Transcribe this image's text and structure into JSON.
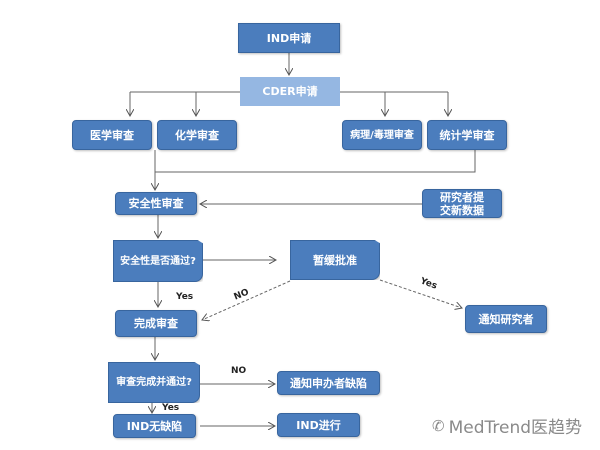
{
  "nodes": {
    "ind_application": "IND申请",
    "cder_application": "CDER申请",
    "medical_review": "医学审查",
    "chemistry_review": "化学审查",
    "pharm_tox_review": "病理/毒理审查",
    "statistics_review": "统计学审查",
    "safety_review": "安全性审查",
    "investigator_new_data": "研究者提交新数据",
    "safety_passed": "安全性是否通过?",
    "clinical_hold": "暂缓批准",
    "complete_review": "完成审查",
    "notify_investigator": "通知研究者",
    "review_complete_passed": "审查完成并通过?",
    "notify_sponsor_deficiency": "通知申办者缺陷",
    "ind_no_deficiency": "IND无缺陷",
    "ind_proceeds": "IND进行"
  },
  "edge_labels": {
    "yes_safety": "Yes",
    "no_hold": "NO",
    "yes_hold": "Yes",
    "no_review": "NO",
    "yes_review": "Yes"
  },
  "watermark": "MedTrend医趋势",
  "colors": {
    "box": "#4b7dbd",
    "box_light": "#95b7e2",
    "line": "#555555"
  }
}
